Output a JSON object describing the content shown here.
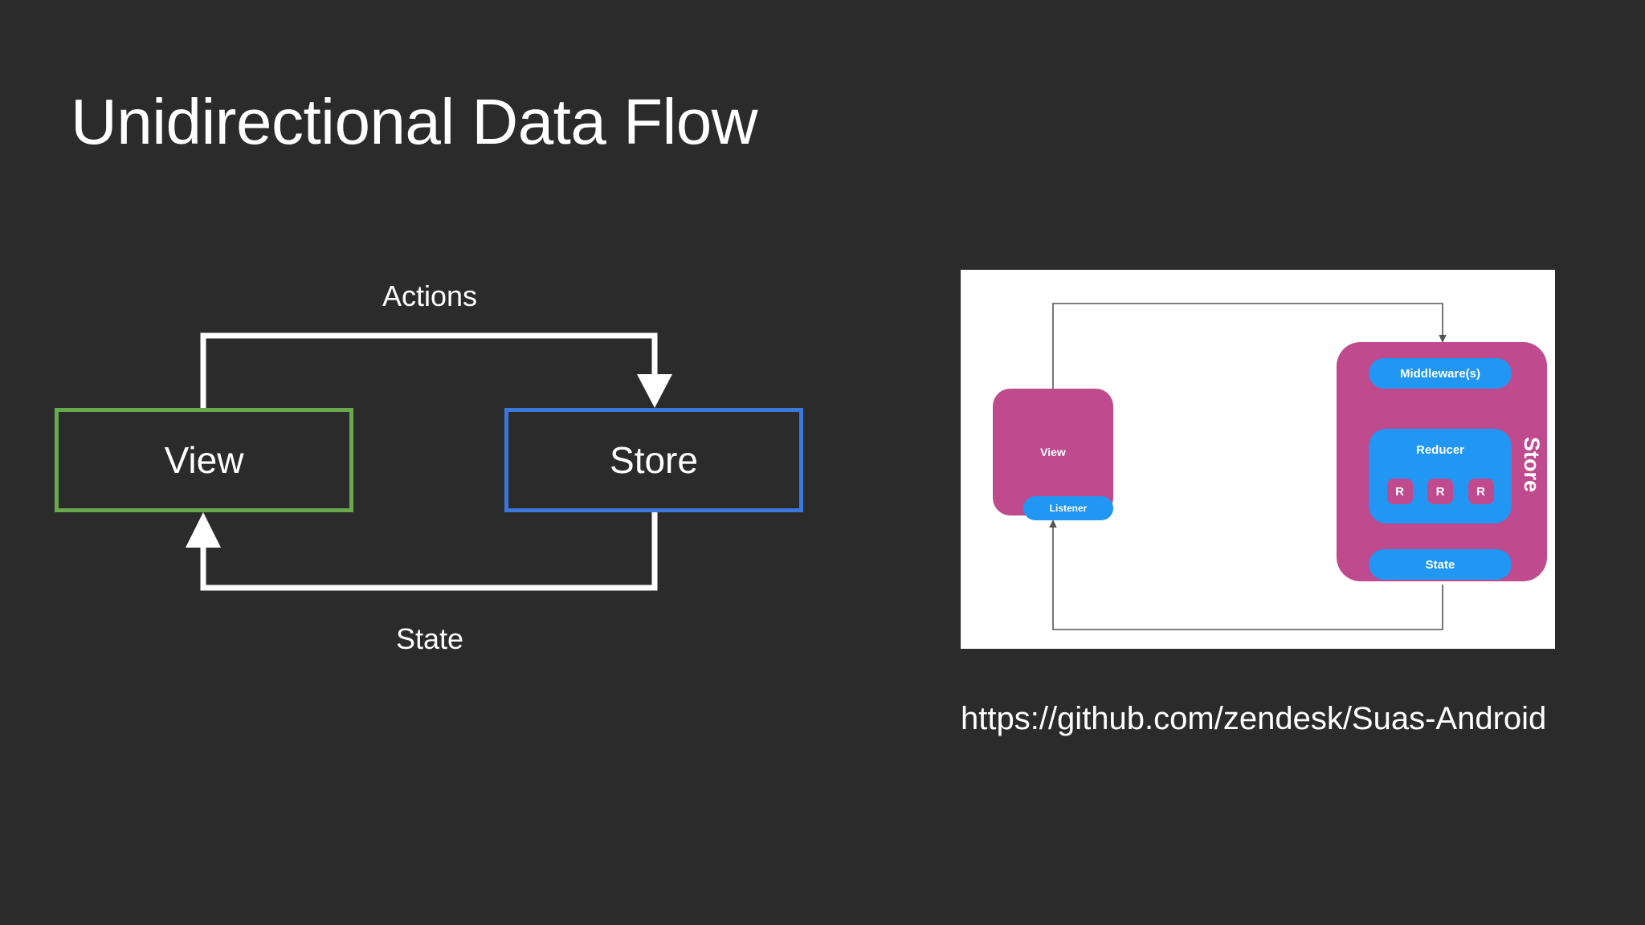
{
  "slide": {
    "background_color": "#2b2b2b",
    "title": "Unidirectional Data Flow"
  },
  "flow_diagram": {
    "nodes": [
      {
        "id": "view",
        "label": "View",
        "border_color": "#6aa84f"
      },
      {
        "id": "store",
        "label": "Store",
        "border_color": "#3c78d8"
      }
    ],
    "edges": [
      {
        "id": "actions",
        "label": "Actions",
        "from": "view",
        "to": "store",
        "color": "#ffffff"
      },
      {
        "id": "state",
        "label": "State",
        "from": "store",
        "to": "view",
        "color": "#ffffff"
      }
    ]
  },
  "reference_image": {
    "background_color": "#ffffff",
    "accent_pink": "#bf4a8e",
    "accent_blue": "#2196f3",
    "line_color": "#555555",
    "nodes": {
      "view": "View",
      "listener": "Listener",
      "store": "Store",
      "middleware": "Middleware(s)",
      "reducer": "Reducer",
      "state": "State",
      "reducer_pills": [
        "R",
        "R",
        "R"
      ]
    }
  },
  "caption": {
    "url": "https://github.com/zendesk/Suas-Android"
  }
}
